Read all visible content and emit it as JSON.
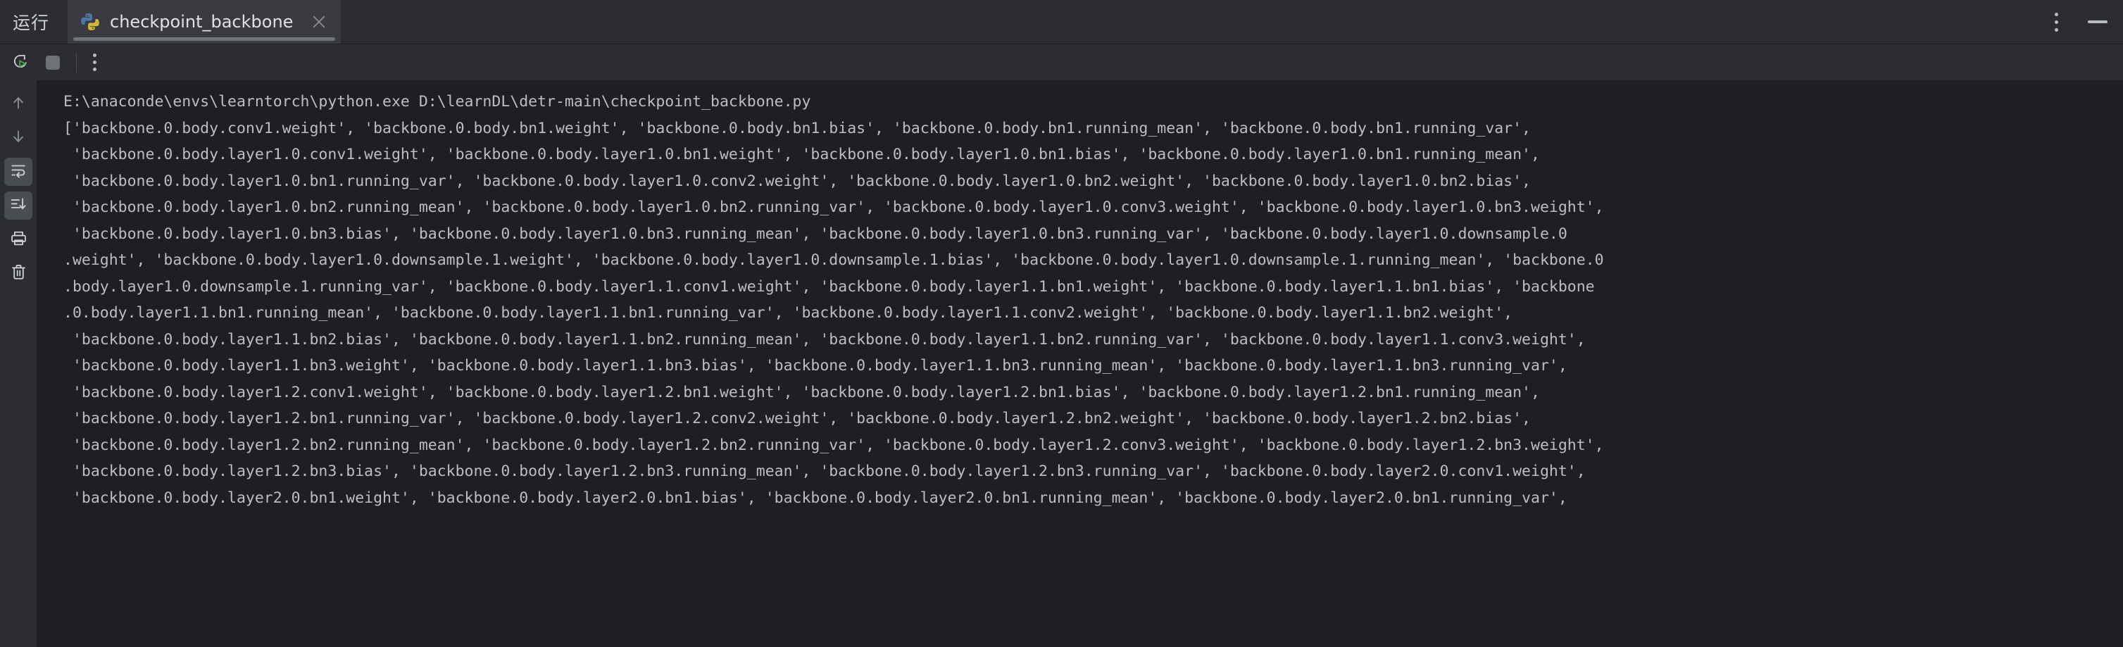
{
  "window": {
    "run_label": "运行",
    "kebab_icon": "more-vertical-icon",
    "minimize_icon": "minimize-icon"
  },
  "tab": {
    "title": "checkpoint_backbone",
    "icon": "python-file-icon",
    "close_icon": "close-icon"
  },
  "toolbar": {
    "rerun_label": "rerun-icon",
    "stop_label": "stop-icon",
    "more_label": "more-vertical-icon"
  },
  "gutter": {
    "items": [
      {
        "name": "up-arrow-icon",
        "active": false
      },
      {
        "name": "down-arrow-icon",
        "active": false
      },
      {
        "name": "soft-wrap-icon",
        "active": true
      },
      {
        "name": "scroll-to-end-icon",
        "active": true
      },
      {
        "name": "print-icon",
        "active": false
      },
      {
        "name": "trash-icon",
        "active": false
      }
    ]
  },
  "console": {
    "command": "E:\\anaconde\\envs\\learntorch\\python.exe D:\\learnDL\\detr-main\\checkpoint_backbone.py",
    "lines": [
      "['backbone.0.body.conv1.weight', 'backbone.0.body.bn1.weight', 'backbone.0.body.bn1.bias', 'backbone.0.body.bn1.running_mean', 'backbone.0.body.bn1.running_var',",
      " 'backbone.0.body.layer1.0.conv1.weight', 'backbone.0.body.layer1.0.bn1.weight', 'backbone.0.body.layer1.0.bn1.bias', 'backbone.0.body.layer1.0.bn1.running_mean',",
      " 'backbone.0.body.layer1.0.bn1.running_var', 'backbone.0.body.layer1.0.conv2.weight', 'backbone.0.body.layer1.0.bn2.weight', 'backbone.0.body.layer1.0.bn2.bias',",
      " 'backbone.0.body.layer1.0.bn2.running_mean', 'backbone.0.body.layer1.0.bn2.running_var', 'backbone.0.body.layer1.0.conv3.weight', 'backbone.0.body.layer1.0.bn3.weight',",
      " 'backbone.0.body.layer1.0.bn3.bias', 'backbone.0.body.layer1.0.bn3.running_mean', 'backbone.0.body.layer1.0.bn3.running_var', 'backbone.0.body.layer1.0.downsample.0",
      ".weight', 'backbone.0.body.layer1.0.downsample.1.weight', 'backbone.0.body.layer1.0.downsample.1.bias', 'backbone.0.body.layer1.0.downsample.1.running_mean', 'backbone.0",
      ".body.layer1.0.downsample.1.running_var', 'backbone.0.body.layer1.1.conv1.weight', 'backbone.0.body.layer1.1.bn1.weight', 'backbone.0.body.layer1.1.bn1.bias', 'backbone",
      ".0.body.layer1.1.bn1.running_mean', 'backbone.0.body.layer1.1.bn1.running_var', 'backbone.0.body.layer1.1.conv2.weight', 'backbone.0.body.layer1.1.bn2.weight',",
      " 'backbone.0.body.layer1.1.bn2.bias', 'backbone.0.body.layer1.1.bn2.running_mean', 'backbone.0.body.layer1.1.bn2.running_var', 'backbone.0.body.layer1.1.conv3.weight',",
      " 'backbone.0.body.layer1.1.bn3.weight', 'backbone.0.body.layer1.1.bn3.bias', 'backbone.0.body.layer1.1.bn3.running_mean', 'backbone.0.body.layer1.1.bn3.running_var',",
      " 'backbone.0.body.layer1.2.conv1.weight', 'backbone.0.body.layer1.2.bn1.weight', 'backbone.0.body.layer1.2.bn1.bias', 'backbone.0.body.layer1.2.bn1.running_mean',",
      " 'backbone.0.body.layer1.2.bn1.running_var', 'backbone.0.body.layer1.2.conv2.weight', 'backbone.0.body.layer1.2.bn2.weight', 'backbone.0.body.layer1.2.bn2.bias',",
      " 'backbone.0.body.layer1.2.bn2.running_mean', 'backbone.0.body.layer1.2.bn2.running_var', 'backbone.0.body.layer1.2.conv3.weight', 'backbone.0.body.layer1.2.bn3.weight',",
      " 'backbone.0.body.layer1.2.bn3.bias', 'backbone.0.body.layer1.2.bn3.running_mean', 'backbone.0.body.layer1.2.bn3.running_var', 'backbone.0.body.layer2.0.conv1.weight',",
      " 'backbone.0.body.layer2.0.bn1.weight', 'backbone.0.body.layer2.0.bn1.bias', 'backbone.0.body.layer2.0.bn1.running_mean', 'backbone.0.body.layer2.0.bn1.running_var',"
    ]
  },
  "colors": {
    "background": "#1e1f22",
    "panel": "#2b2d30",
    "tab_active": "#393b40",
    "text": "#bcbec4",
    "accent_green": "#499c54",
    "punctuation": "#cf8e6d"
  }
}
